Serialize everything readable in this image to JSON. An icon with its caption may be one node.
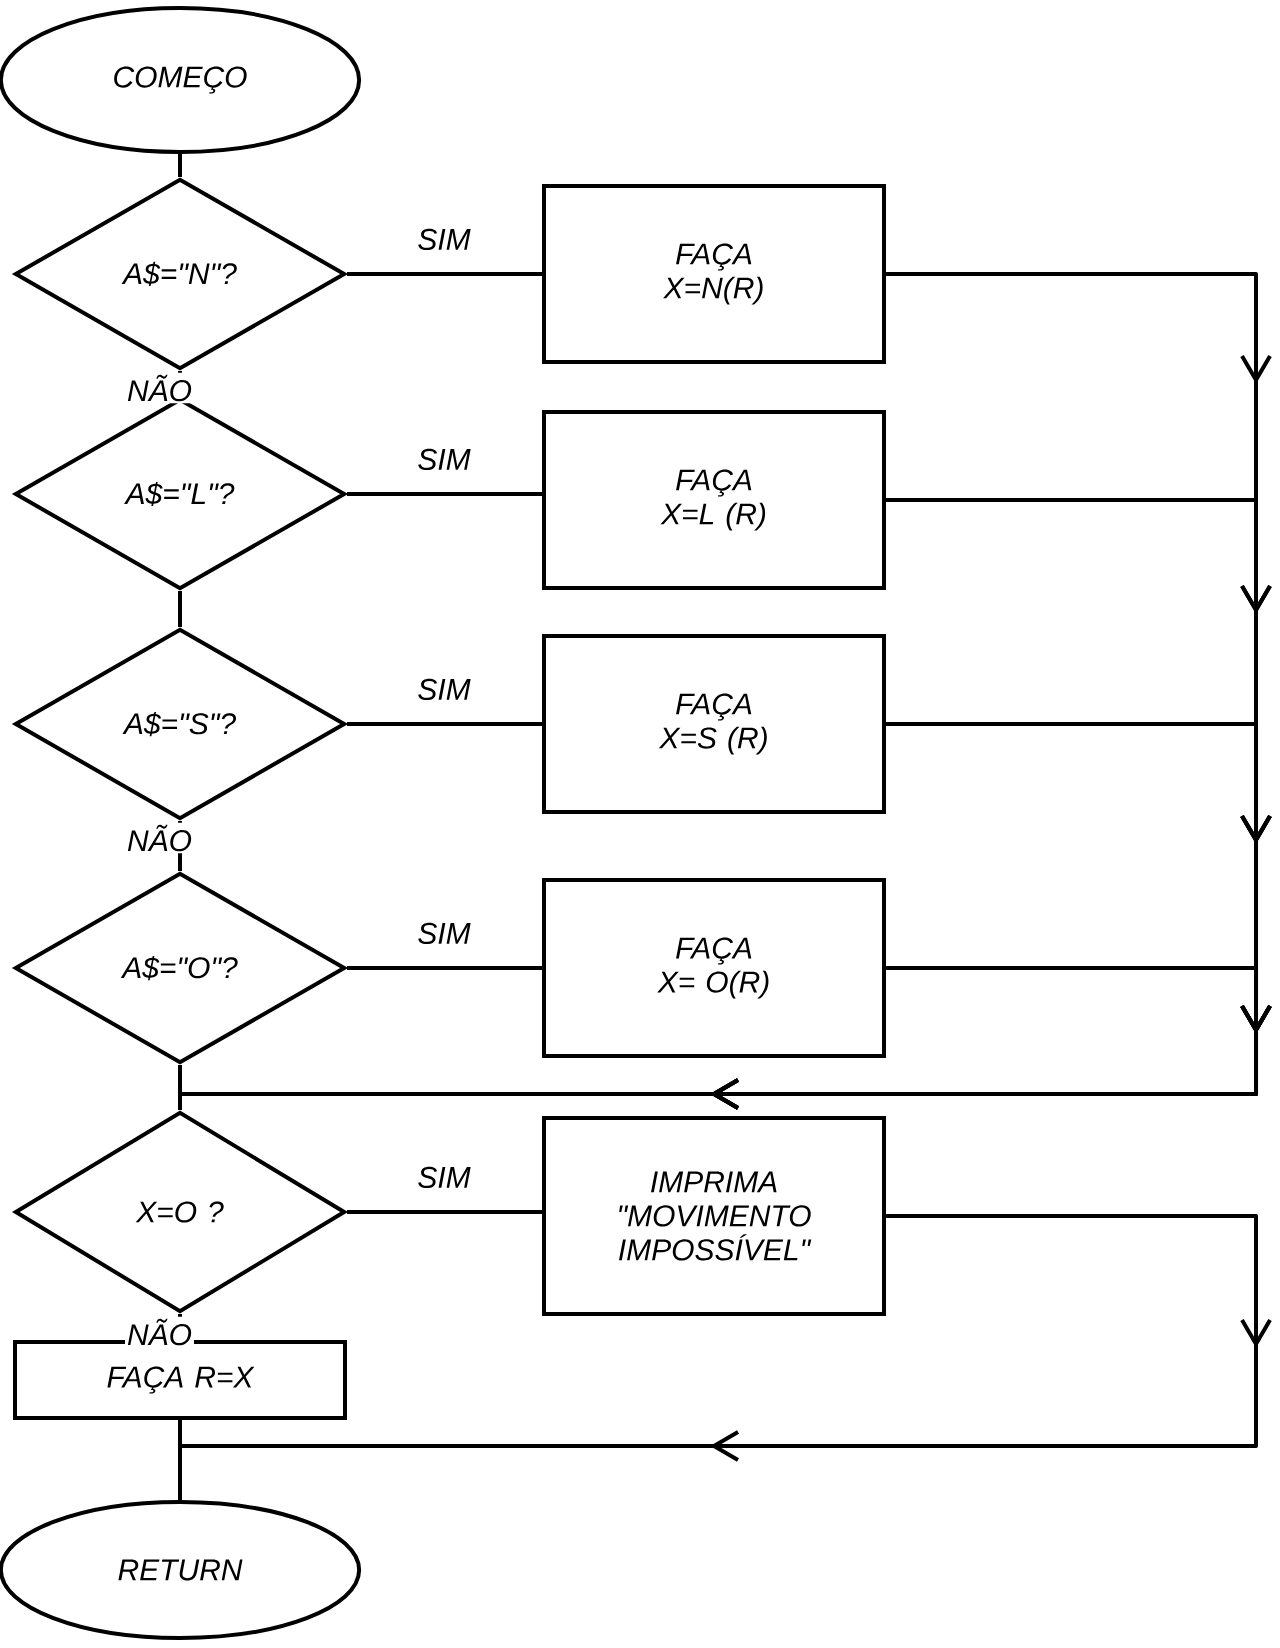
{
  "diagram": {
    "nodes": [
      {
        "text": [
          "COMEÇO"
        ]
      },
      {
        "text": [
          "A$=\"N\"?"
        ]
      },
      {
        "text": [
          "FAÇA X=N(R)"
        ]
      },
      {
        "text": [
          "A$=\"L\"?"
        ]
      },
      {
        "text": [
          "FAÇA X=L (R)"
        ]
      },
      {
        "text": [
          "A$=\"S\"?"
        ]
      },
      {
        "text": [
          "FAÇA X=S (R)"
        ]
      },
      {
        "text": [
          "A$=\"O\"?"
        ]
      },
      {
        "text": [
          "FAÇA X= O(R)"
        ]
      },
      {
        "text": [
          "X=O ?"
        ]
      },
      {
        "text": [
          "IMPRIMA \"MOVIMENTO IMPOSSÍVEL\""
        ]
      },
      {
        "text": [
          "FAÇA R=X"
        ]
      },
      {
        "text": [
          "RETURN"
        ]
      }
    ],
    "edges": [
      {
        "from": 0,
        "to": 1,
        "arrow": "none"
      },
      {
        "from": 1,
        "to": 2,
        "arrow": "none",
        "label": "SIM"
      },
      {
        "from": 1,
        "to": 3,
        "arrow": "none",
        "label": "NÃO"
      },
      {
        "from": 3,
        "to": 4,
        "arrow": "none",
        "label": "SIM"
      },
      {
        "from": 3,
        "to": 5,
        "arrow": "none"
      },
      {
        "from": 5,
        "to": 6,
        "arrow": "none",
        "label": "SIM"
      },
      {
        "from": 5,
        "to": 7,
        "arrow": "none",
        "label": "NÃO"
      },
      {
        "from": 7,
        "to": 8,
        "arrow": "none",
        "label": "SIM"
      },
      {
        "from": 2,
        "to": 9,
        "arrow": "to"
      },
      {
        "from": 4,
        "to": 9,
        "arrow": "to"
      },
      {
        "from": 6,
        "to": 9,
        "arrow": "to"
      },
      {
        "from": 8,
        "to": 9,
        "arrow": "to"
      },
      {
        "from": 7,
        "to": 9,
        "arrow": "none"
      },
      {
        "from": 9,
        "to": 10,
        "arrow": "none",
        "label": "SIM"
      },
      {
        "from": 9,
        "to": 11,
        "arrow": "none",
        "label": "NÃO"
      },
      {
        "from": 10,
        "to": 12,
        "arrow": "to"
      },
      {
        "from": 11,
        "to": 12,
        "arrow": "none"
      }
    ]
  }
}
